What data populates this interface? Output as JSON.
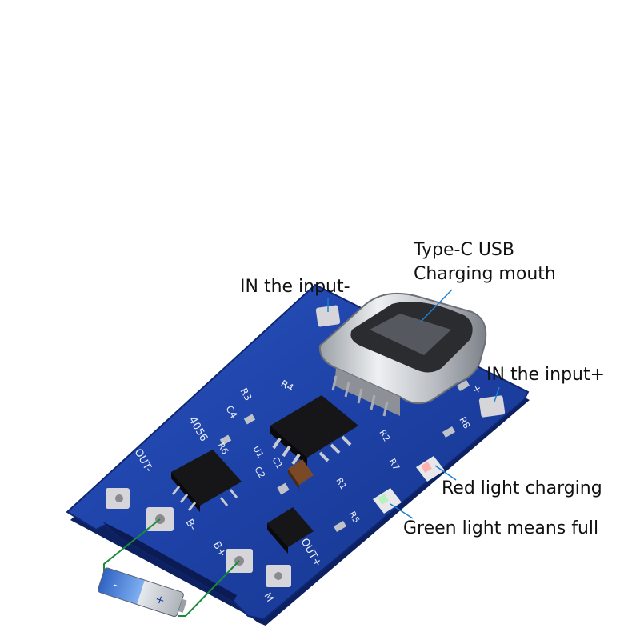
{
  "labels": {
    "usb_line1": "Type-C USB",
    "usb_line2": "Charging mouth",
    "in_minus": "IN the input-",
    "in_plus": "IN the input+",
    "red_light": "Red light charging",
    "green_light": "Green light means full"
  },
  "silkscreen": {
    "r1": "R1",
    "r2": "R2",
    "r3": "R3",
    "r4": "R4",
    "r5": "R5",
    "r6": "R6",
    "r7": "R7",
    "r8": "R8",
    "c1": "C1",
    "c2": "C2",
    "c4": "C4",
    "u1": "U1",
    "model": "4056",
    "out_minus": "OUT-",
    "out_plus": "OUT+",
    "b_minus": "B-",
    "b_plus": "B+",
    "m": "M",
    "plus": "+"
  },
  "battery": {
    "minus": "-",
    "plus": "+"
  },
  "colors": {
    "pcb": "#1c3fa0",
    "pcb_edge": "#0f2670",
    "pad": "#d8d8dc",
    "chip": "#1a1a1e",
    "usb_metal": "#c9ccd0",
    "battery_blue": "#4a7fd0",
    "battery_silver": "#d9dde2",
    "callout": "#1e7fd0"
  }
}
